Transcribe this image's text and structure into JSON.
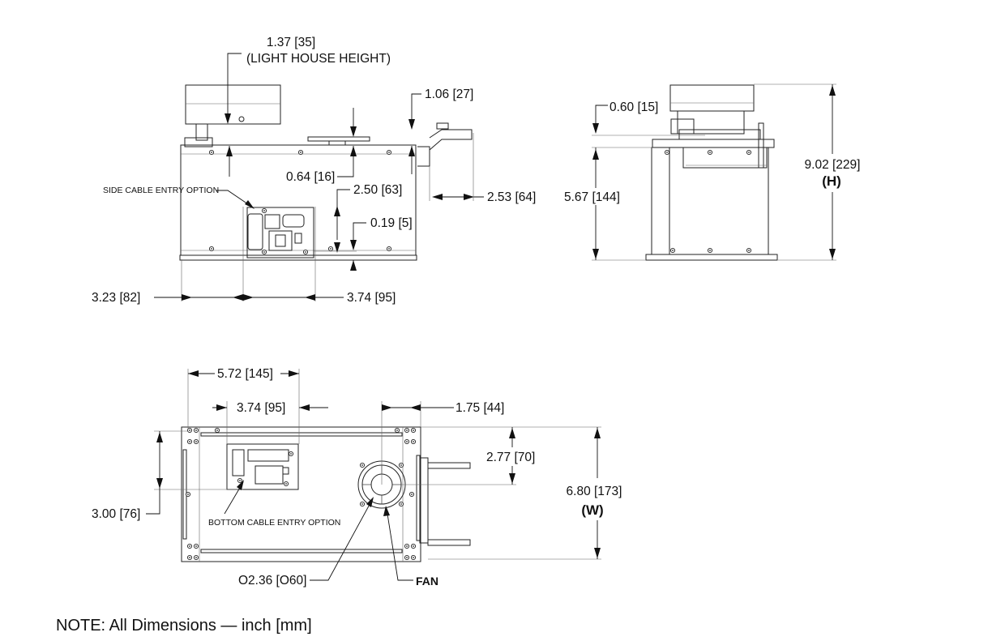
{
  "front_view": {
    "lighthouse_height": "1.37 [35]",
    "lighthouse_note": "(LIGHT HOUSE HEIGHT)",
    "dim_1_06": "1.06 [27]",
    "dim_0_64": "0.64 [16]",
    "dim_2_50": "2.50 [63]",
    "dim_2_53": "2.53 [64]",
    "dim_0_19": "0.19 [5]",
    "dim_3_23": "3.23 [82]",
    "dim_3_74": "3.74 [95]",
    "side_cable_label": "SIDE CABLE ENTRY OPTION"
  },
  "side_view": {
    "dim_0_60": "0.60 [15]",
    "dim_5_67": "5.67 [144]",
    "dim_height": "9.02 [229]",
    "height_tag": "(H)"
  },
  "top_view": {
    "dim_5_72": "5.72 [145]",
    "dim_3_74": "3.74 [95]",
    "dim_1_75": "1.75 [44]",
    "dim_2_77": "2.77 [70]",
    "dim_width": "6.80 [173]",
    "width_tag": "(W)",
    "dim_3_00": "3.00 [76]",
    "bottom_cable_label": "BOTTOM CABLE ENTRY OPTION",
    "fan_diameter": "O2.36 [O60]",
    "fan_label": "FAN"
  },
  "note": "NOTE: All Dimensions — inch [mm]"
}
